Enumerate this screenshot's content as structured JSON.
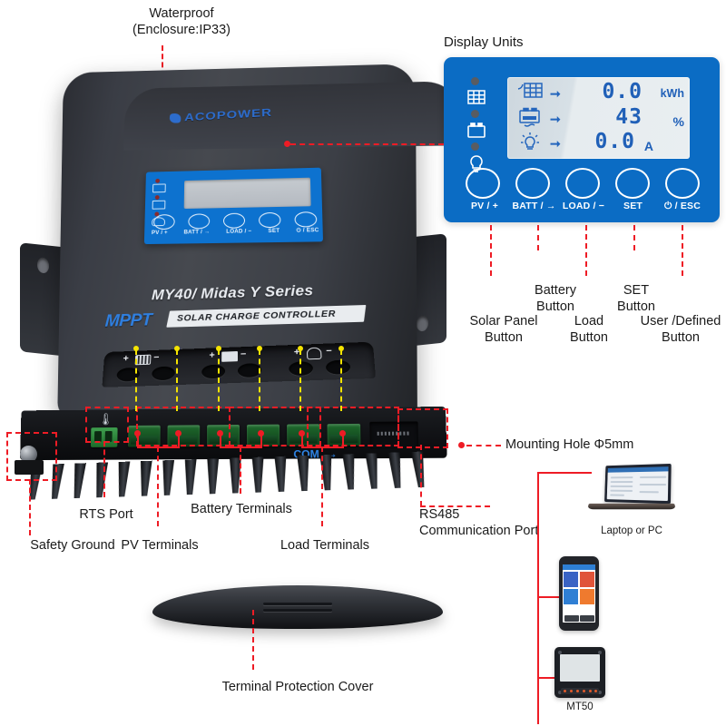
{
  "title": "ACOPOWER MY40 / Midas Y Series MPPT Solar Charge Controller - Labeled Diagram",
  "colors": {
    "panel_blue": "#0b6cc4",
    "leader_red": "#ee1c25",
    "leader_yellow": "#f5e400",
    "lcd_digit_blue": "#2060b8",
    "brand_blue": "#2b6fd6",
    "body_dark": "#3a3d45"
  },
  "callouts": {
    "waterproof": {
      "line1": "Waterproof",
      "line2": "(Enclosure:IP33)"
    },
    "display_units": "Display Units",
    "mounting_hole": "Mounting Hole Φ5mm",
    "terminal_protection_cover": "Terminal Protection Cover",
    "safety_ground": "Safety Ground",
    "rts_port": "RTS Port",
    "pv_terminals": "PV Terminals",
    "battery_terminals": "Battery Terminals",
    "load_terminals": "Load Terminals",
    "rs485": {
      "line1": "RS485",
      "line2": "Communication Port"
    }
  },
  "button_callouts": [
    {
      "line1": "Solar Panel",
      "line2": "Button"
    },
    {
      "line1": "Battery",
      "line2": "Button"
    },
    {
      "line1": "Load",
      "line2": "Button"
    },
    {
      "line1": "SET",
      "line2": "Button"
    },
    {
      "line1": "User /Defined",
      "line2": "Button"
    }
  ],
  "controller": {
    "brand": "ACOPOWER",
    "model": "MY40/ Midas Y Series",
    "badge_mppt": "MPPT",
    "badge_text": "SOLAR CHARGE CONTROLLER",
    "com_label": "COM",
    "terminal_symbols": [
      "+",
      "−",
      "+",
      "−",
      "+",
      "−"
    ],
    "button_captions": [
      "PV / +",
      "BATT / →",
      "LOAD / −",
      "SET",
      "⏻ / ESC"
    ]
  },
  "display_unit": {
    "button_captions": [
      "PV / +",
      "BATT / →",
      "LOAD / −",
      "SET",
      "⏻ / ESC"
    ],
    "indicator_icons": [
      "solar-panel-icon",
      "battery-icon",
      "load-lamp-icon"
    ],
    "lcd_rows": [
      {
        "icon": "solar-panel-icon",
        "value": "0.0",
        "unit": "kWh"
      },
      {
        "icon": "battery-icon",
        "value": "43",
        "unit": "%"
      },
      {
        "icon": "load-lamp-icon",
        "value": "0.0",
        "unit": "A"
      }
    ]
  },
  "devices": [
    {
      "name": "Laptop or PC",
      "icon": "laptop-icon"
    },
    {
      "name": "",
      "icon": "smartphone-icon"
    },
    {
      "name": "MT50",
      "icon": "mt50-meter-icon"
    }
  ]
}
